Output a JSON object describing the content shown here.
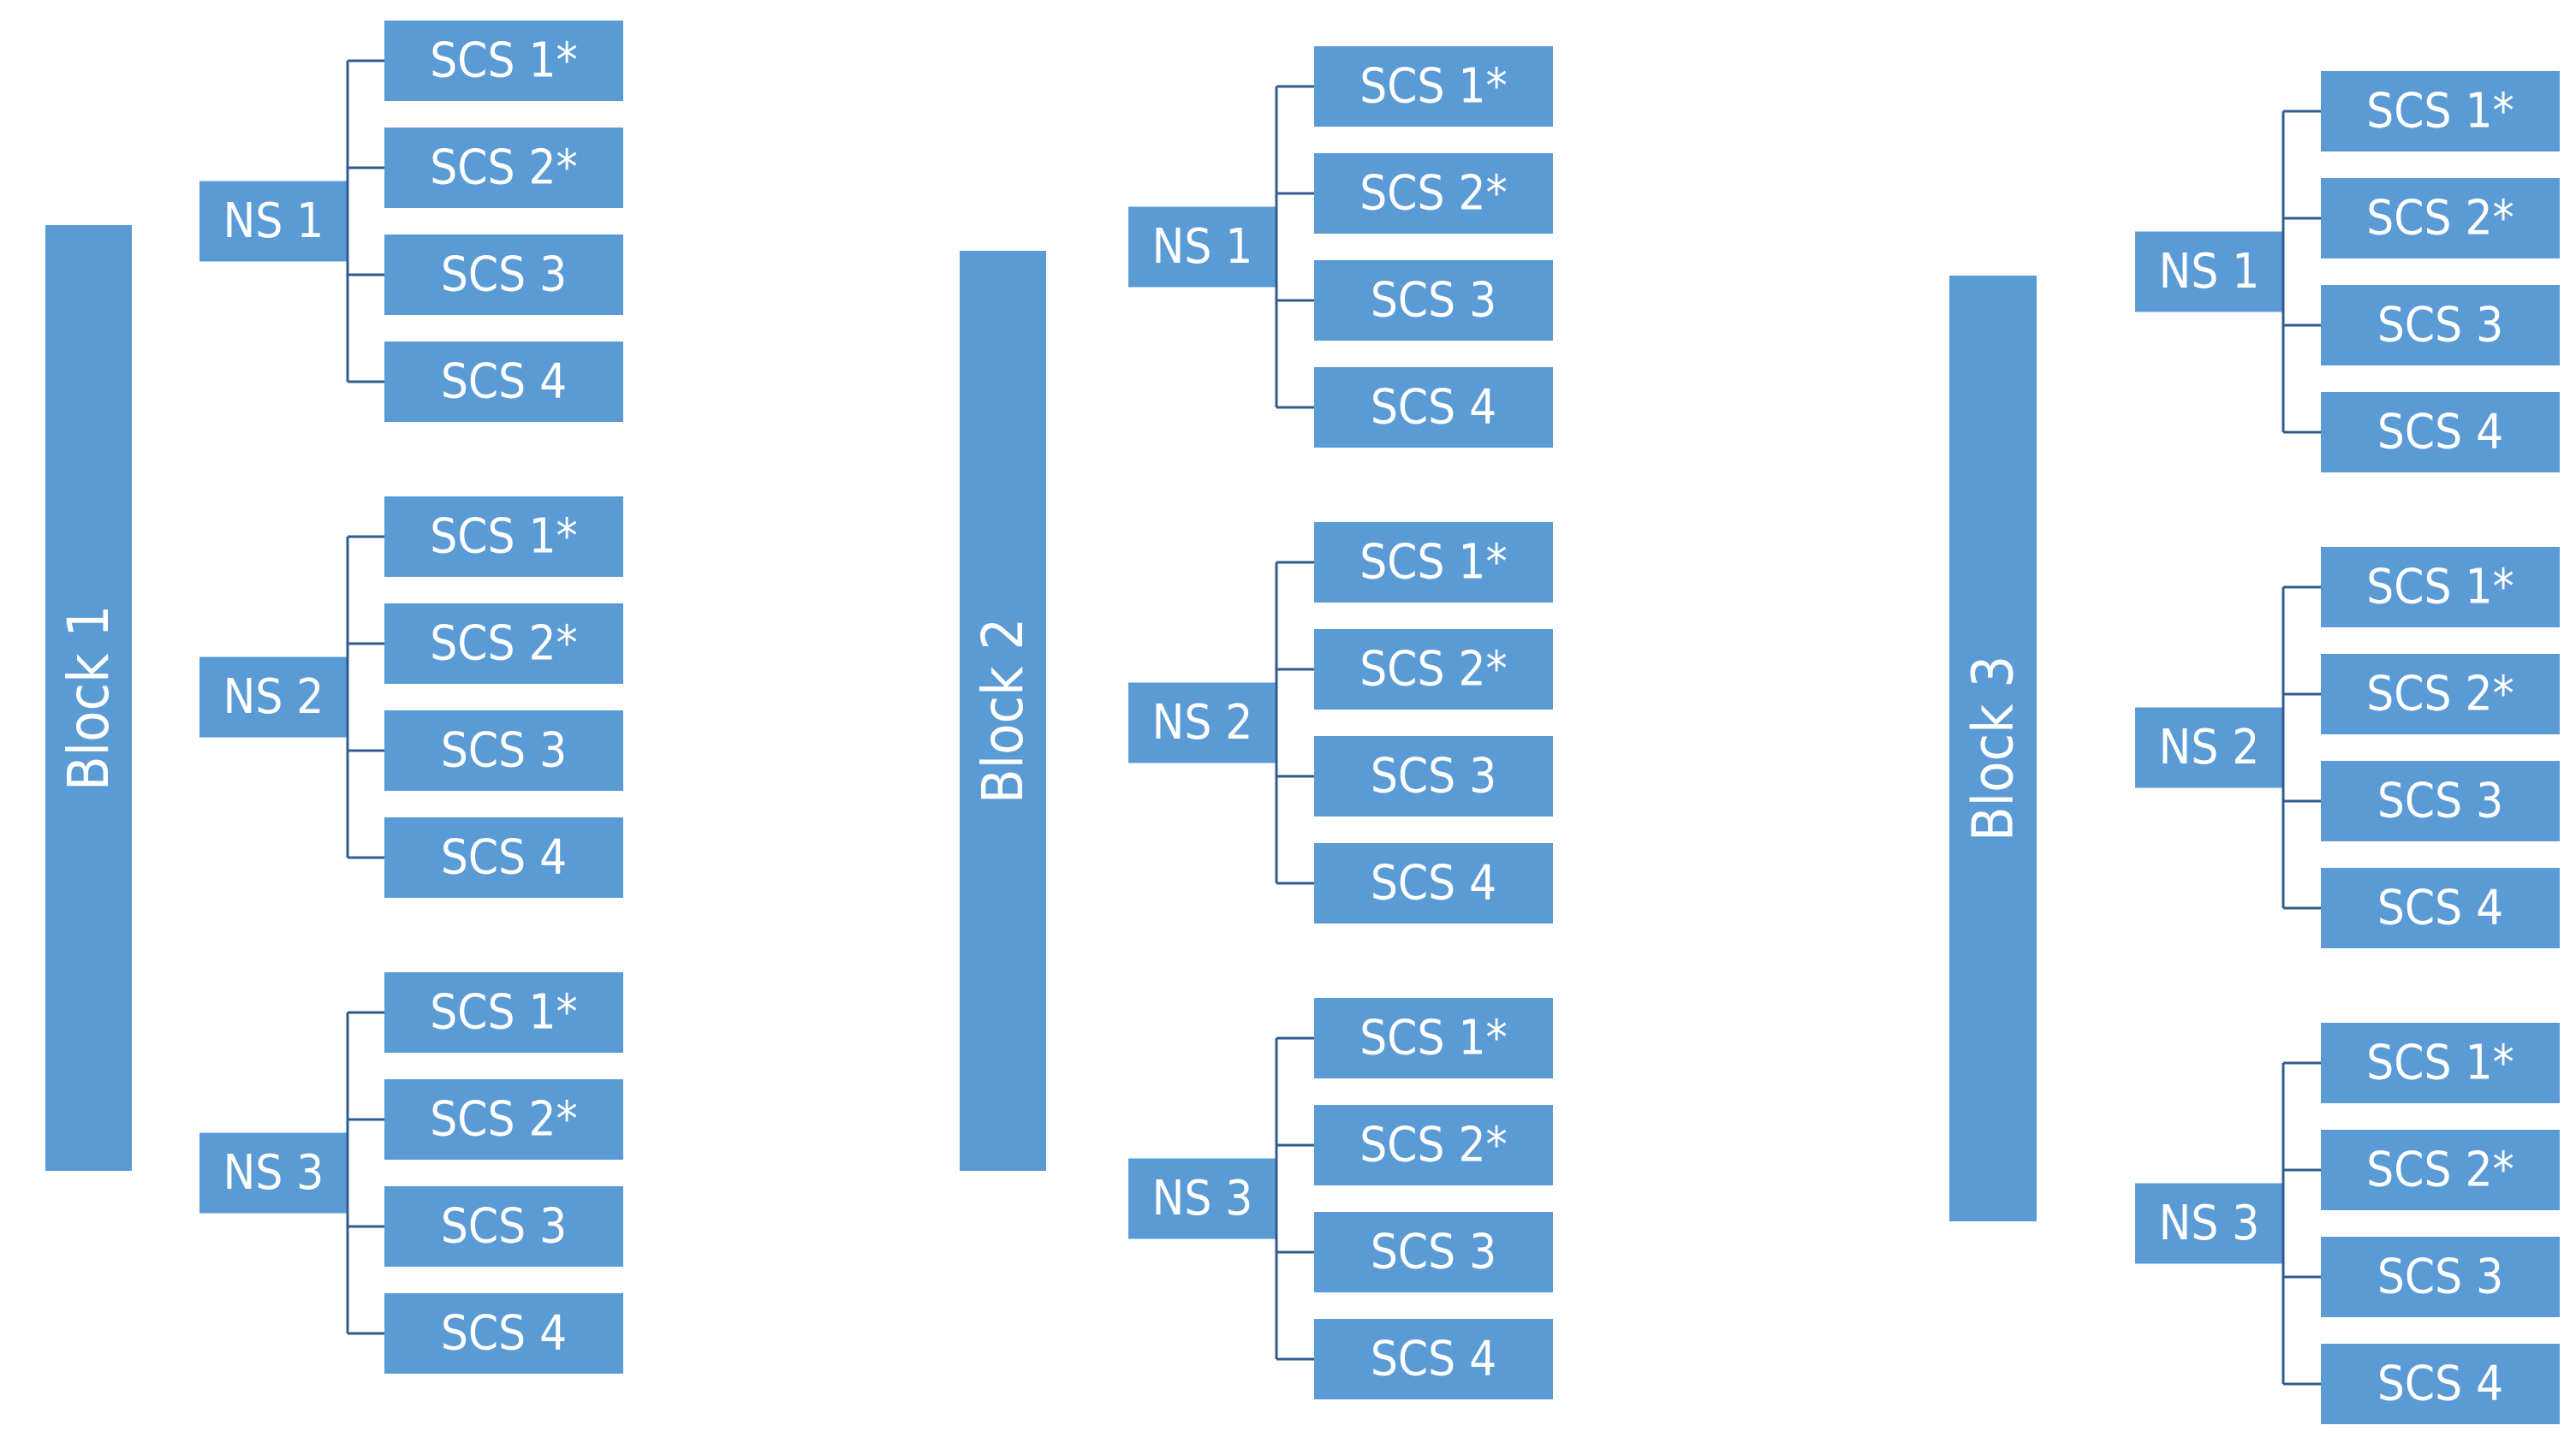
{
  "colors": {
    "box_fill": "#5B9BD5",
    "box_stroke": "#4A87C0",
    "connector": "#2F5C8E",
    "text": "#ffffff",
    "background": "#ffffff"
  },
  "blocks": [
    {
      "label": "Block 1",
      "ns": [
        {
          "label": "NS 1",
          "scs": [
            "SCS 1*",
            "SCS 2*",
            "SCS 3",
            "SCS 4"
          ]
        },
        {
          "label": "NS 2",
          "scs": [
            "SCS 1*",
            "SCS 2*",
            "SCS 3",
            "SCS 4"
          ]
        },
        {
          "label": "NS 3",
          "scs": [
            "SCS 1*",
            "SCS 2*",
            "SCS 3",
            "SCS 4"
          ]
        }
      ]
    },
    {
      "label": "Block 2",
      "ns": [
        {
          "label": "NS 1",
          "scs": [
            "SCS 1*",
            "SCS 2*",
            "SCS 3",
            "SCS 4"
          ]
        },
        {
          "label": "NS 2",
          "scs": [
            "SCS 1*",
            "SCS 2*",
            "SCS 3",
            "SCS 4"
          ]
        },
        {
          "label": "NS 3",
          "scs": [
            "SCS 1*",
            "SCS 2*",
            "SCS 3",
            "SCS 4"
          ]
        }
      ]
    },
    {
      "label": "Block 3",
      "ns": [
        {
          "label": "NS 1",
          "scs": [
            "SCS 1*",
            "SCS 2*",
            "SCS 3",
            "SCS 4"
          ]
        },
        {
          "label": "NS 2",
          "scs": [
            "SCS 1*",
            "SCS 2*",
            "SCS 3",
            "SCS 4"
          ]
        },
        {
          "label": "NS 3",
          "scs": [
            "SCS 1*",
            "SCS 2*",
            "SCS 3",
            "SCS 4"
          ]
        }
      ]
    }
  ]
}
